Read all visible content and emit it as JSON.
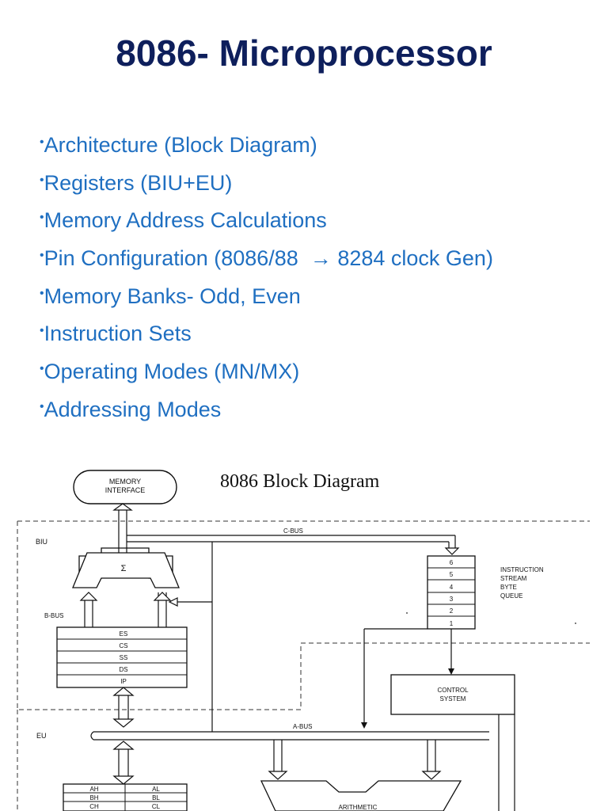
{
  "slide": {
    "title": "8086- Microprocessor",
    "bullets": [
      "Architecture (Block Diagram)",
      "Registers (BIU+EU)",
      "Memory Address Calculations",
      "Pin Configuration (8086/88  → 8284 clock Gen)",
      "Memory Banks- Odd, Even",
      "Instruction Sets",
      "Operating Modes (MN/MX)",
      "Addressing Modes"
    ],
    "bullet_glyph": "•"
  },
  "diagram": {
    "title": "8086 Block Diagram",
    "memory_interface": [
      "MEMORY",
      "INTERFACE"
    ],
    "biu_label": "BIU",
    "eu_label": "EU",
    "c_bus": "C-BUS",
    "b_bus": "B-BUS",
    "a_bus": "A-BUS",
    "sigma": "Σ",
    "queue_slots": [
      "6",
      "5",
      "4",
      "3",
      "2",
      "1"
    ],
    "queue_label": [
      "INSTRUCTION",
      "STREAM",
      "BYTE",
      "QUEUE"
    ],
    "segment_registers": [
      "ES",
      "CS",
      "SS",
      "DS",
      "IP"
    ],
    "control_system": [
      "CONTROL",
      "SYSTEM"
    ],
    "general_registers": [
      [
        "AH",
        "AL"
      ],
      [
        "BH",
        "BL"
      ],
      [
        "CH",
        "CL"
      ]
    ],
    "alu_label": "ARITHMETIC"
  }
}
